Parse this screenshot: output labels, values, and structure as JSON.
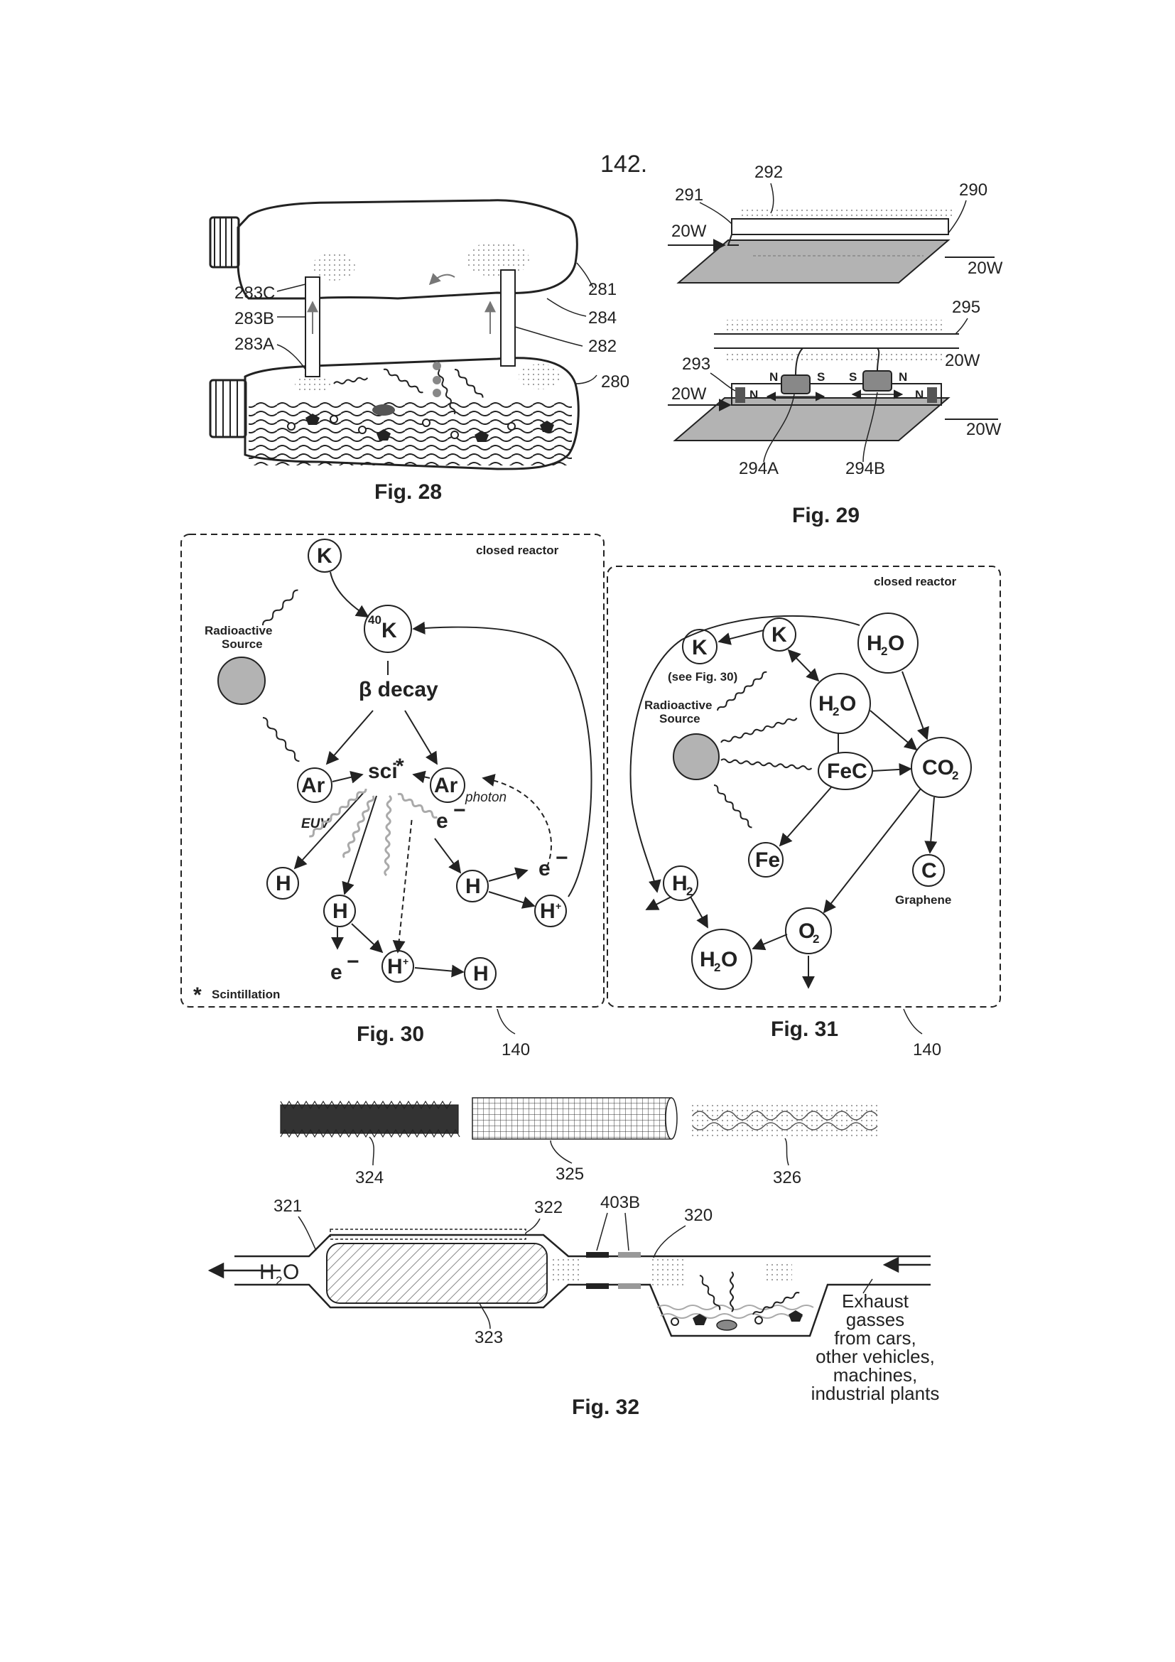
{
  "page": {
    "number": "142."
  },
  "fig28": {
    "caption": "Fig. 28",
    "refs": {
      "r281": "281",
      "r284": "284",
      "r282": "282",
      "r280": "280",
      "r283C": "283C",
      "r283B": "283B",
      "r283A": "283A"
    }
  },
  "fig29": {
    "caption": "Fig. 29",
    "refs": {
      "r292": "292",
      "r291": "291",
      "r290": "290",
      "r295": "295",
      "r293": "293",
      "r294A": "294A",
      "r294B": "294B"
    },
    "flow_labels": {
      "top_in": "20W",
      "top_out": "20W",
      "bot_in": "20W",
      "bot_out_upper": "20W",
      "bot_out_lower": "20W"
    },
    "magnet_labels": {
      "n1": "N",
      "n2": "N",
      "s1": "S",
      "s2": "S",
      "n3": "N",
      "n4": "N"
    }
  },
  "fig30": {
    "caption": "Fig. 30",
    "ref": "140",
    "box_label": "closed reactor",
    "radioactive_label_1": "Radioactive",
    "radioactive_label_2": "Source",
    "nodes": {
      "k": "K",
      "k40": "K",
      "k40_sup": "40",
      "ar1": "Ar",
      "ar2": "Ar",
      "h1": "H",
      "h2": "H",
      "h3": "H",
      "hplus1": "H",
      "hplus2": "H",
      "h4": "H"
    },
    "beta": "β decay",
    "sci": "sci",
    "star": "*",
    "electron": "e",
    "minus": "−",
    "photon": "photon",
    "euv": "EUV",
    "footnote": "Scintillation"
  },
  "fig31": {
    "caption": "Fig. 31",
    "ref": "140",
    "box_label": "closed reactor",
    "radioactive_label_1": "Radioactive",
    "radioactive_label_2": "Source",
    "see_fig": "(see Fig. 30)",
    "nodes": {
      "k_left": "K",
      "k_top": "K",
      "h2o_top": "H",
      "h2o_mid": "H",
      "fec": "FeC",
      "co2": "CO",
      "c": "C",
      "fe": "Fe",
      "h2": "H",
      "o2": "O",
      "h2o_bot": "H"
    },
    "sub2": "2",
    "o_letter": "O",
    "graphene": "Graphene"
  },
  "fig32": {
    "caption": "Fig. 32",
    "refs": {
      "r324": "324",
      "r325": "325",
      "r326": "326",
      "r321": "321",
      "r322": "322",
      "r403B": "403B",
      "r320": "320",
      "r323": "323"
    },
    "out_label": "H",
    "out_sub": "2",
    "out_o": "O",
    "exhaust": [
      "Exhaust",
      "gasses",
      "from cars,",
      "other vehicles,",
      "machines,",
      "industrial plants"
    ]
  },
  "colors": {
    "ink": "#222222",
    "grey_fill": "#b3b3b3",
    "light_grey": "#c8c8c8"
  }
}
